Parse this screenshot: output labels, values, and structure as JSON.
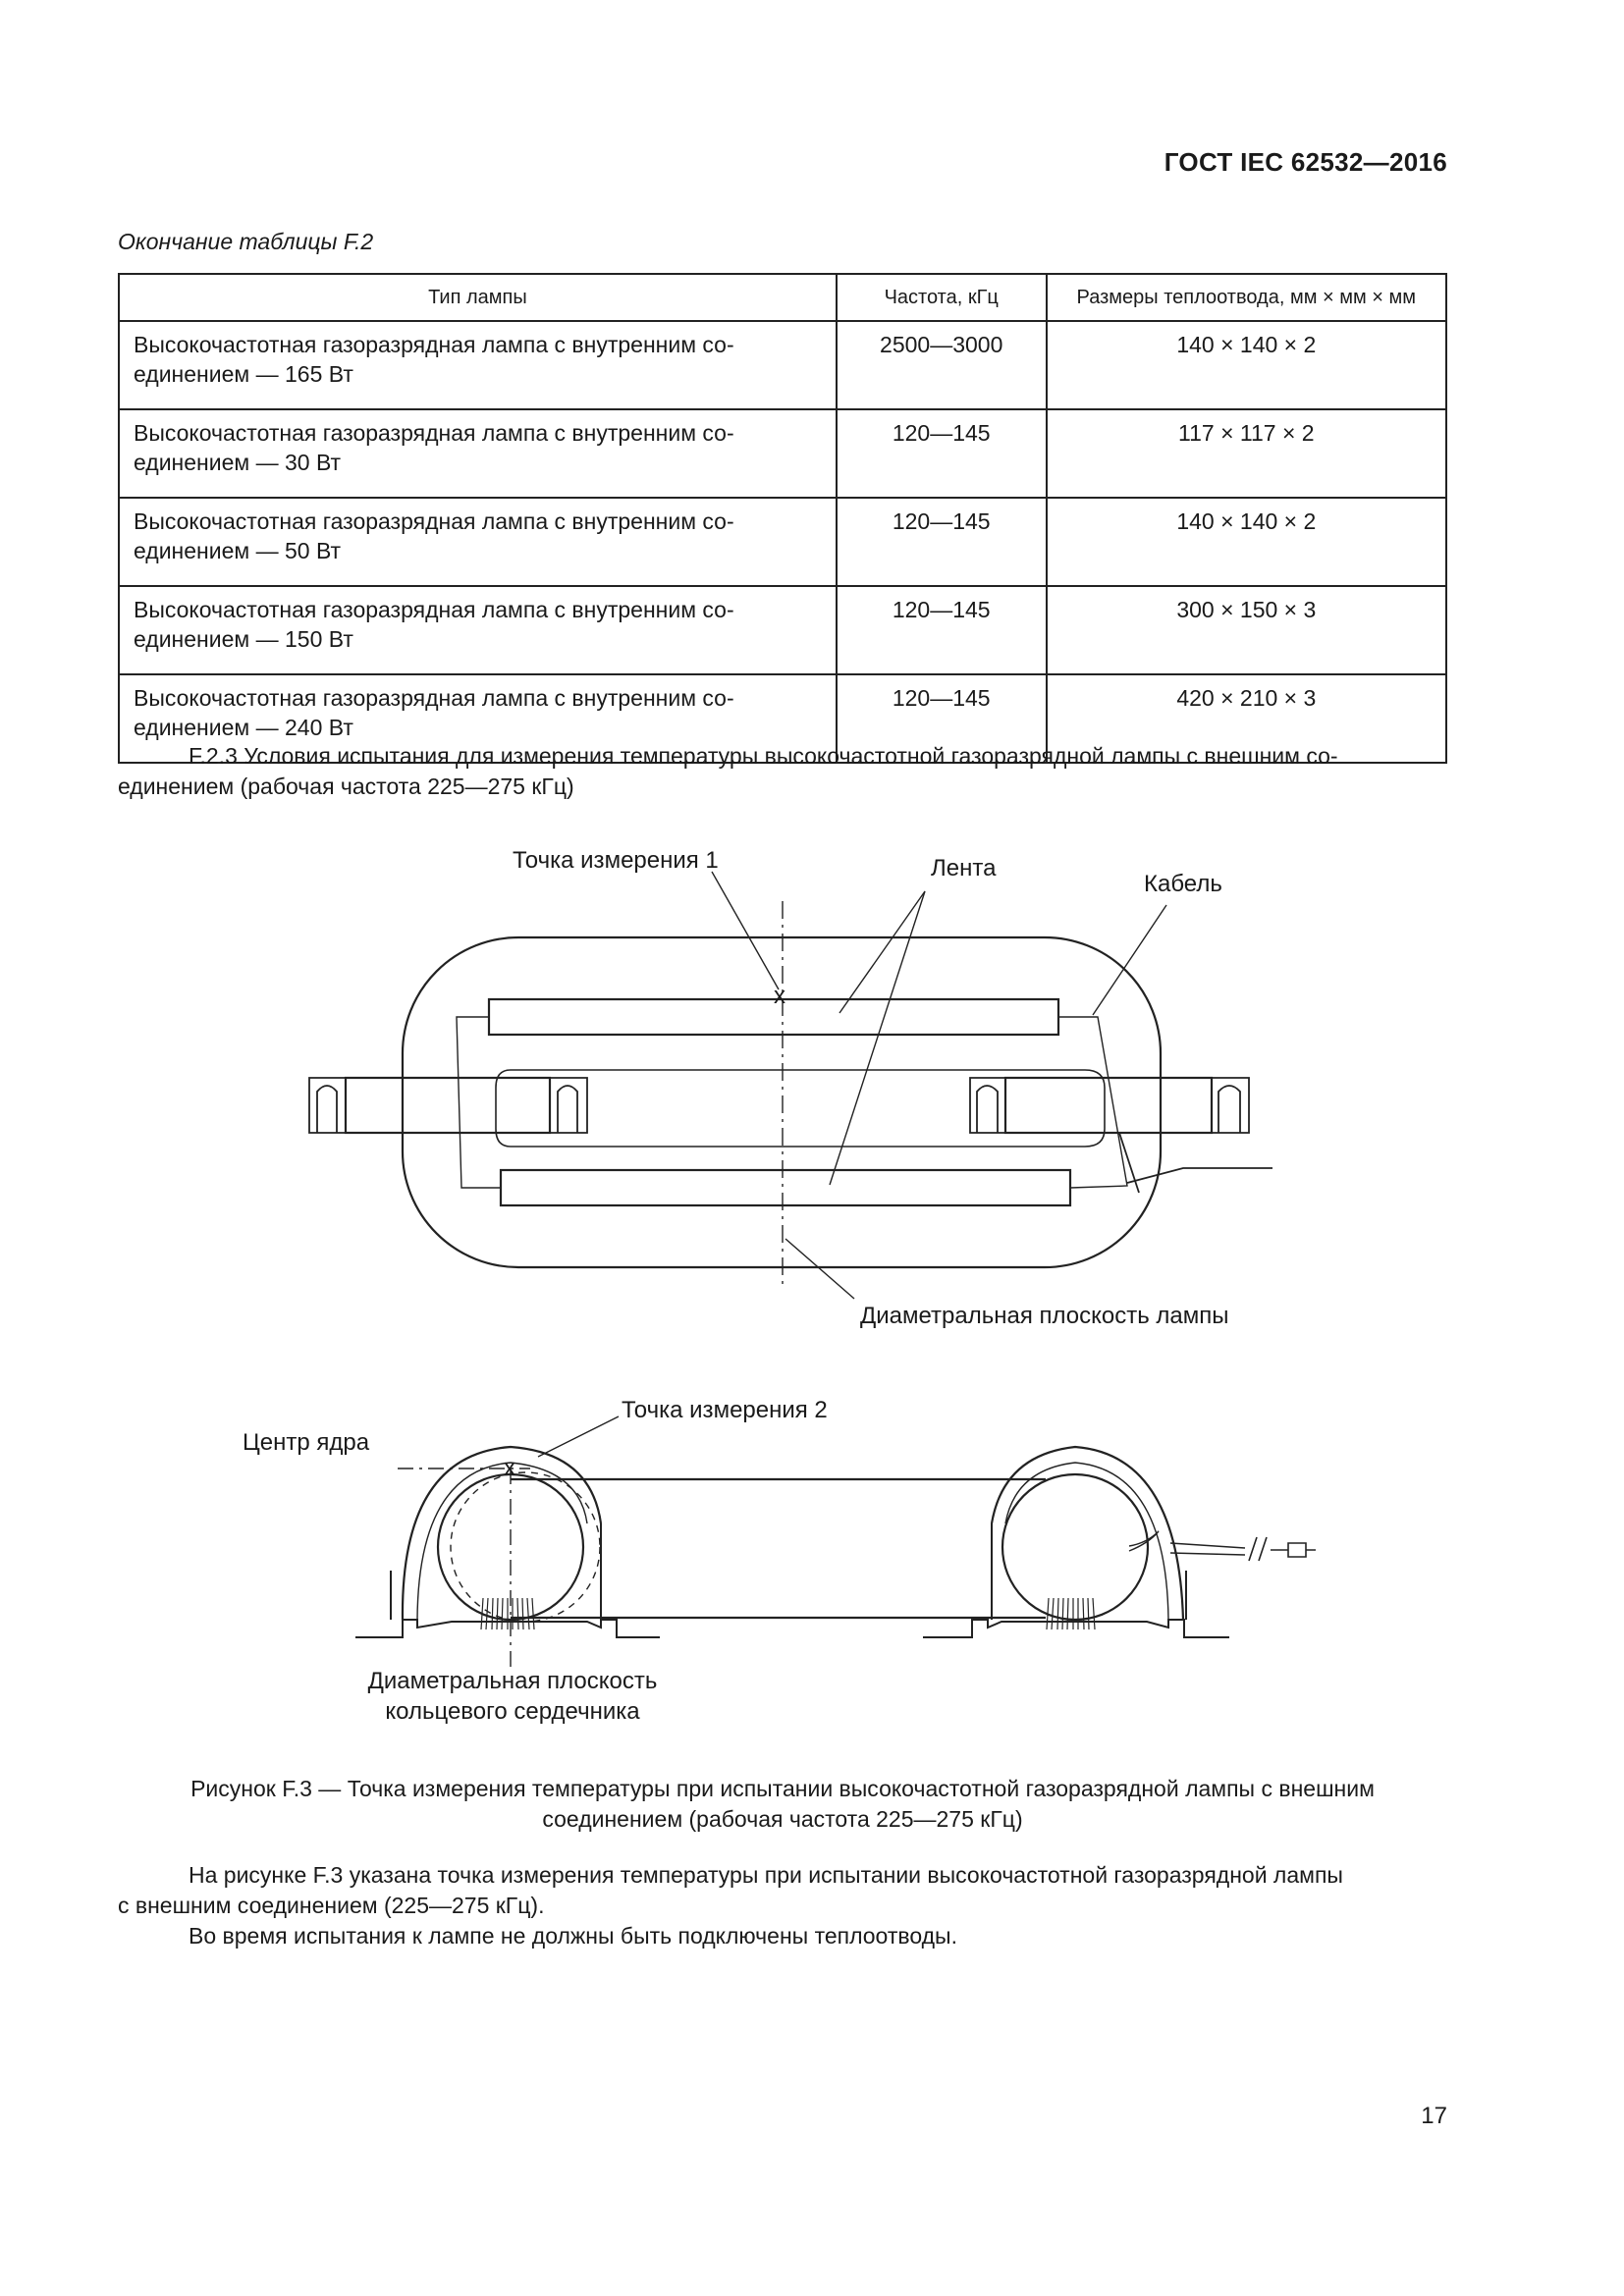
{
  "header": {
    "doc_code": "ГОСТ IEC 62532—2016"
  },
  "table": {
    "caption": "Окончание таблицы F.2",
    "columns": [
      "Тип лампы",
      "Частота, кГц",
      "Размеры теплоотвода, мм × мм × мм"
    ],
    "rows": [
      {
        "lamp_line1": "Высокочастотная газоразрядная лампа  с внутренним со-",
        "lamp_line2": "единением — 165 Вт",
        "freq": "2500—3000",
        "size": "140 × 140 × 2"
      },
      {
        "lamp_line1": "Высокочастотная газоразрядная лампа  с внутренним со-",
        "lamp_line2": "единением — 30 Вт",
        "freq": "120—145",
        "size": "117 × 117 × 2"
      },
      {
        "lamp_line1": "Высокочастотная газоразрядная лампа  с внутренним со-",
        "lamp_line2": "единением — 50 Вт",
        "freq": "120—145",
        "size": "140 × 140 × 2"
      },
      {
        "lamp_line1": "Высокочастотная газоразрядная лампа  с внутренним со-",
        "lamp_line2": "единением — 150 Вт",
        "freq": "120—145",
        "size": "300 × 150 × 3"
      },
      {
        "lamp_line1": "Высокочастотная газоразрядная лампа  с внутренним со-",
        "lamp_line2": "единением — 240 Вт",
        "freq": "120—145",
        "size": "420 × 210 × 3"
      }
    ]
  },
  "section": {
    "line1": "F.2.3 Условия испытания для измерения температуры высокочастотной газоразрядной лампы с внешним со-",
    "line2": "единением (рабочая частота 225—275 кГц)"
  },
  "figure": {
    "label_point1": "Точка измерения 1",
    "label_tape": "Лента",
    "label_cable": "Кабель",
    "label_lamp_plane": "Диаметральная плоскость лампы",
    "label_point2": "Точка измерения 2",
    "label_core_center": "Центр ядра",
    "label_core_plane_1": "Диаметральная плоскость",
    "label_core_plane_2": "кольцевого сердечника",
    "mark_x": "x",
    "caption_line1": "Рисунок F.3 — Точка измерения температуры при испытании высокочастотной газоразрядной лампы с внешним",
    "caption_line2": "соединением (рабочая частота 225—275 кГц)"
  },
  "body": {
    "para1_line1": "На рисунке F.3 указана точка измерения температуры при испытании высокочастотной газоразрядной лампы",
    "para1_line2": "с внешним соединением (225—275 кГц).",
    "para2": "Во время испытания к лампе не должны быть подключены теплоотводы."
  },
  "page_number": "17"
}
